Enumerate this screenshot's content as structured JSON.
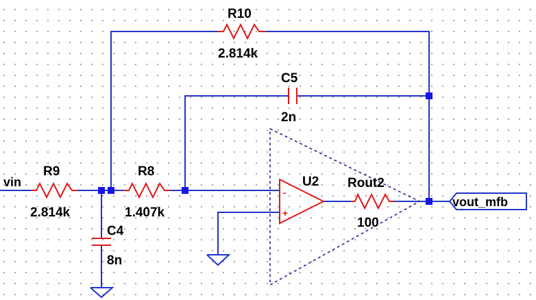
{
  "components": {
    "r10": {
      "ref": "R10",
      "value": "2.814k"
    },
    "c5": {
      "ref": "C5",
      "value": "2n"
    },
    "r9": {
      "ref": "R9",
      "value": "2.814k"
    },
    "r8": {
      "ref": "R8",
      "value": "1.407k"
    },
    "c4": {
      "ref": "C4",
      "value": "8n"
    },
    "u2": {
      "ref": "U2",
      "minus": "-",
      "plus": "+"
    },
    "rout2": {
      "ref": "Rout2",
      "value": "100"
    }
  },
  "nets": {
    "input": "vin",
    "output": "vout_mfb"
  },
  "colors": {
    "wire": "#2233c8",
    "component": "#e01818",
    "junction": "#1515e6",
    "text": "#000000"
  }
}
